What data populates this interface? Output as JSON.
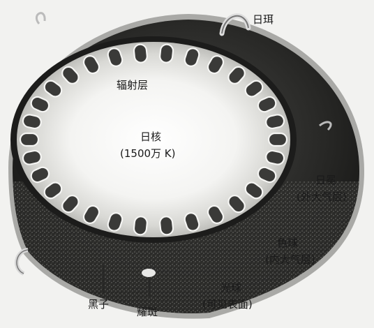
{
  "diagram": {
    "labels": {
      "prominence": "日珥",
      "radiative_zone": "辐射层",
      "core": "日核",
      "core_temp": "(1500万 K)",
      "corona": "日冕",
      "corona_note": "(外大气层)",
      "chromosphere": "色球",
      "chromosphere_note": "(内大气层)",
      "photosphere": "光球",
      "photosphere_note": "(可见表面)",
      "sunspot": "黑子",
      "facula": "耀斑"
    }
  }
}
